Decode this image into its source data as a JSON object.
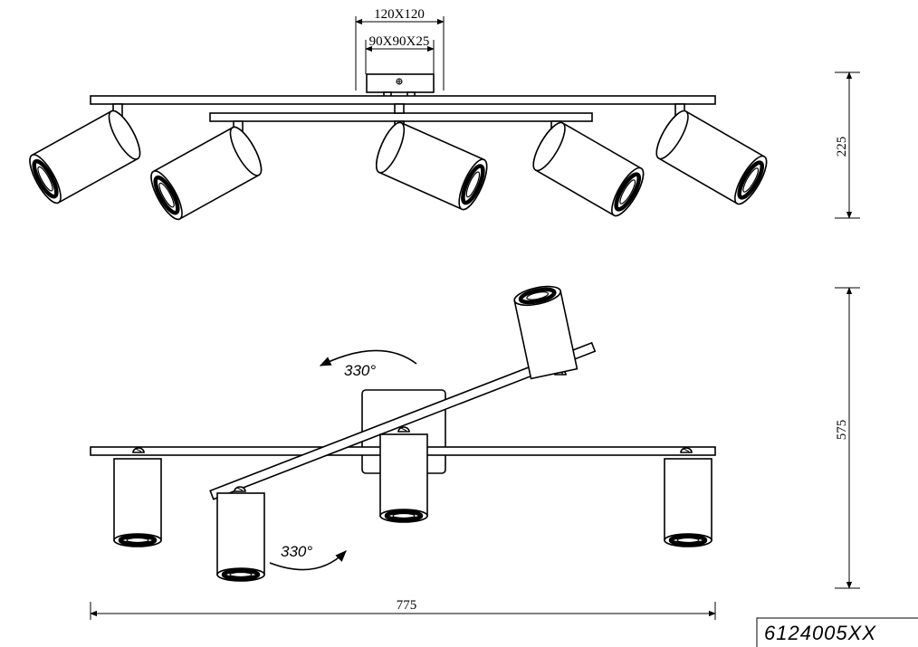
{
  "dimensions": {
    "canopy_outer": "120X120",
    "canopy_inner": "90X90X25",
    "side_height": "225",
    "top_view_height": "575",
    "width": "775"
  },
  "rotation": {
    "upper": "330°",
    "lower": "330°"
  },
  "model_number": "6124005XX"
}
